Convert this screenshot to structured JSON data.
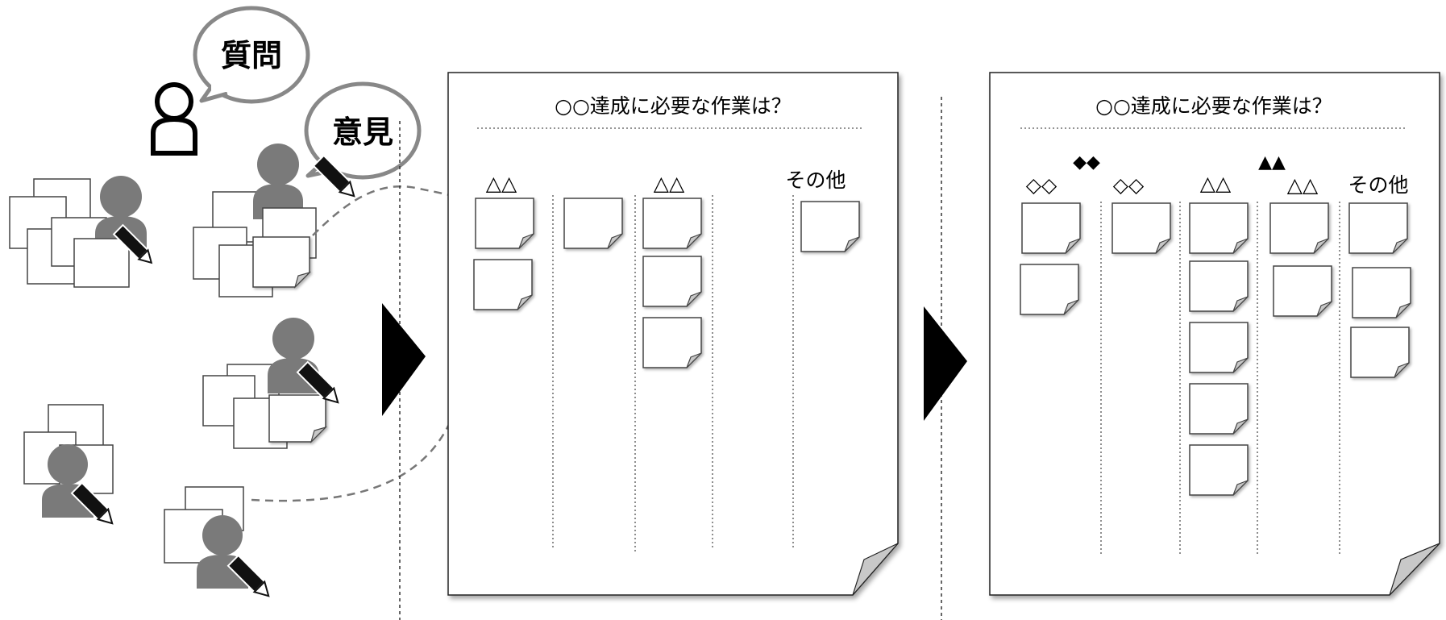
{
  "bubbles": {
    "question": "質問",
    "opinion": "意見"
  },
  "board1": {
    "title": "○○達成に必要な作業は？",
    "columns": [
      "△△",
      "",
      "△△",
      "",
      "その他"
    ]
  },
  "board2": {
    "title": "○○達成に必要な作業は？",
    "groups": [
      "◆◆",
      "▲▲"
    ],
    "columns": [
      "◇◇",
      "◇◇",
      "△△",
      "△△",
      "その他"
    ]
  },
  "colors": {
    "person_filled": "#7a7a7a",
    "outline": "#555555",
    "note_fold": "#c8c8c8",
    "arrow_dash": "#777777",
    "divider": "#333333"
  }
}
